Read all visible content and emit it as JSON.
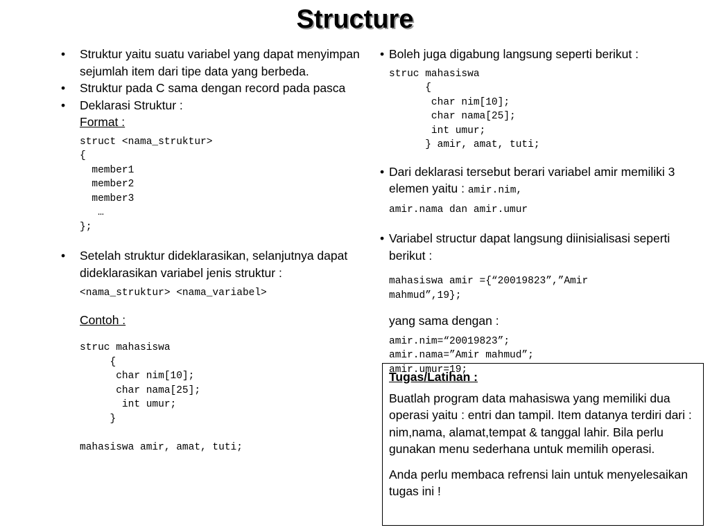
{
  "slide": {
    "title": "Structure"
  },
  "left": {
    "bullet1": "Struktur yaitu suatu variabel yang dapat menyimpan sejumlah item dari tipe data yang berbeda.",
    "bullet2": "Struktur pada C sama dengan record pada pasca",
    "bullet3": "Deklarasi Struktur :",
    "format_label": "Format :",
    "format_code": "struct <nama_struktur>\n{\n  member1\n  member2\n  member3\n   …\n};",
    "bullet4": "Setelah struktur dideklarasikan, selanjutnya dapat dideklarasikan variabel jenis struktur :",
    "decl_code": "<nama_struktur> <nama_variabel>",
    "contoh_label": "Contoh :",
    "contoh_code": "struc mahasiswa\n     {\n      char nim[10];\n      char nama[25];\n       int umur;\n     }\n\nmahasiswa amir, amat, tuti;"
  },
  "right": {
    "bullet1": "Boleh juga digabung langsung seperti berikut :",
    "combined_code": "struc mahasiswa\n      {\n       char nim[10];\n       char nama[25];\n       int umur;\n      } amir, amat, tuti;",
    "bullet2_text": "Dari deklarasi tersebut berari variabel amir memiliki 3 elemen yaitu : ",
    "bullet2_code_inline": "amir.nim,",
    "bullet2_code_line": "amir.nama dan amir.umur",
    "bullet3": "Variabel structur dapat langsung diinisialisasi seperti berikut :",
    "init_code": "mahasiswa amir ={“20019823”,”Amir\nmahmud”,19};",
    "same_as": "yang sama dengan :",
    "assign_code": "amir.nim=“20019823”;\namir.nama=”Amir mahmud”;\namir.umur=19;"
  },
  "task": {
    "title": "Tugas/Latihan :",
    "para1": "Buatlah program data mahasiswa yang memiliki dua operasi yaitu : entri dan tampil. Item datanya terdiri dari : nim,nama, alamat,tempat & tanggal lahir. Bila perlu gunakan menu sederhana untuk memilih operasi.",
    "para2": "Anda perlu membaca refrensi lain untuk menyelesaikan tugas ini !"
  }
}
